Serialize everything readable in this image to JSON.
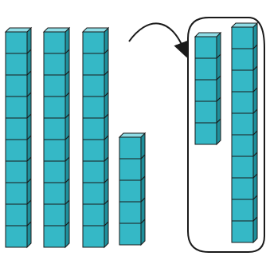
{
  "diagram": {
    "kind": "base-ten blocks: tens rods and unit cubes, one ten regrouped into ones",
    "cube_fill": "#35b8c6",
    "cube_top": "#8fdde6",
    "cube_side": "#1f8f9b",
    "outline": "#1a1a1a",
    "groups": [
      {
        "name": "ten-rod",
        "cubes": 10
      },
      {
        "name": "ten-rod",
        "cubes": 10
      },
      {
        "name": "ten-rod",
        "cubes": 10
      },
      {
        "name": "ones-stack",
        "cubes": 5
      },
      {
        "name": "regrouped-ones-stack",
        "cubes": 5,
        "enclosed": true
      },
      {
        "name": "regrouped-ten-rod",
        "cubes": 10,
        "enclosed": true
      }
    ],
    "arrow": {
      "from": "ones-stack",
      "to": "regrouped-ones-stack"
    },
    "enclosure": {
      "shape": "rounded-rectangle",
      "contains": [
        "regrouped-ones-stack",
        "regrouped-ten-rod"
      ]
    }
  }
}
